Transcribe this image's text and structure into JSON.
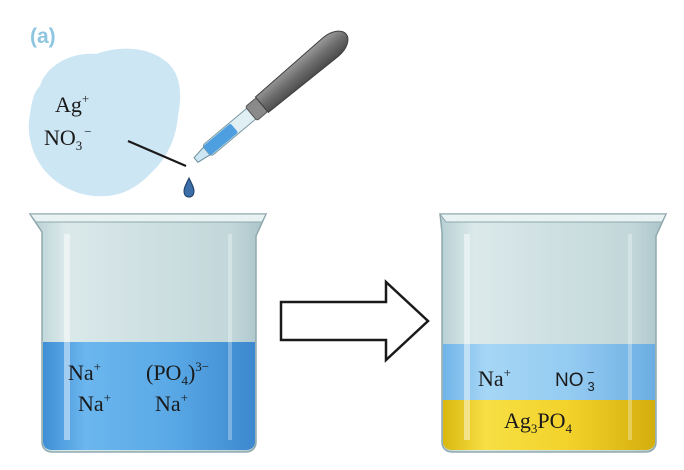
{
  "panel_label": "(a)",
  "reagent": {
    "cation": "Ag",
    "cation_charge": "+",
    "anion": "NO",
    "anion_subscript": "3",
    "anion_charge": "−"
  },
  "beaker_left": {
    "ion_1": "Na",
    "ion_1_charge": "+",
    "ion_2": "(PO",
    "ion_2_subscript": "4",
    "ion_2_close": ")",
    "ion_2_charge": "3−",
    "ion_3": "Na",
    "ion_3_charge": "+",
    "ion_4": "Na",
    "ion_4_charge": "+"
  },
  "beaker_right": {
    "ion_1": "Na",
    "ion_1_charge": "+",
    "ion_2": "NO",
    "ion_2_subscript": "3",
    "ion_2_charge": "−",
    "precipitate": "Ag",
    "precipitate_sub1": "3",
    "precipitate_mid": "PO",
    "precipitate_sub2": "4"
  },
  "colors": {
    "solution_blue": "#5aa9e6",
    "solution_blue_light": "#8cc8f0",
    "precipitate_yellow": "#f2d22a",
    "glass": "#c9dcdf",
    "cloud": "#cde6f4"
  }
}
